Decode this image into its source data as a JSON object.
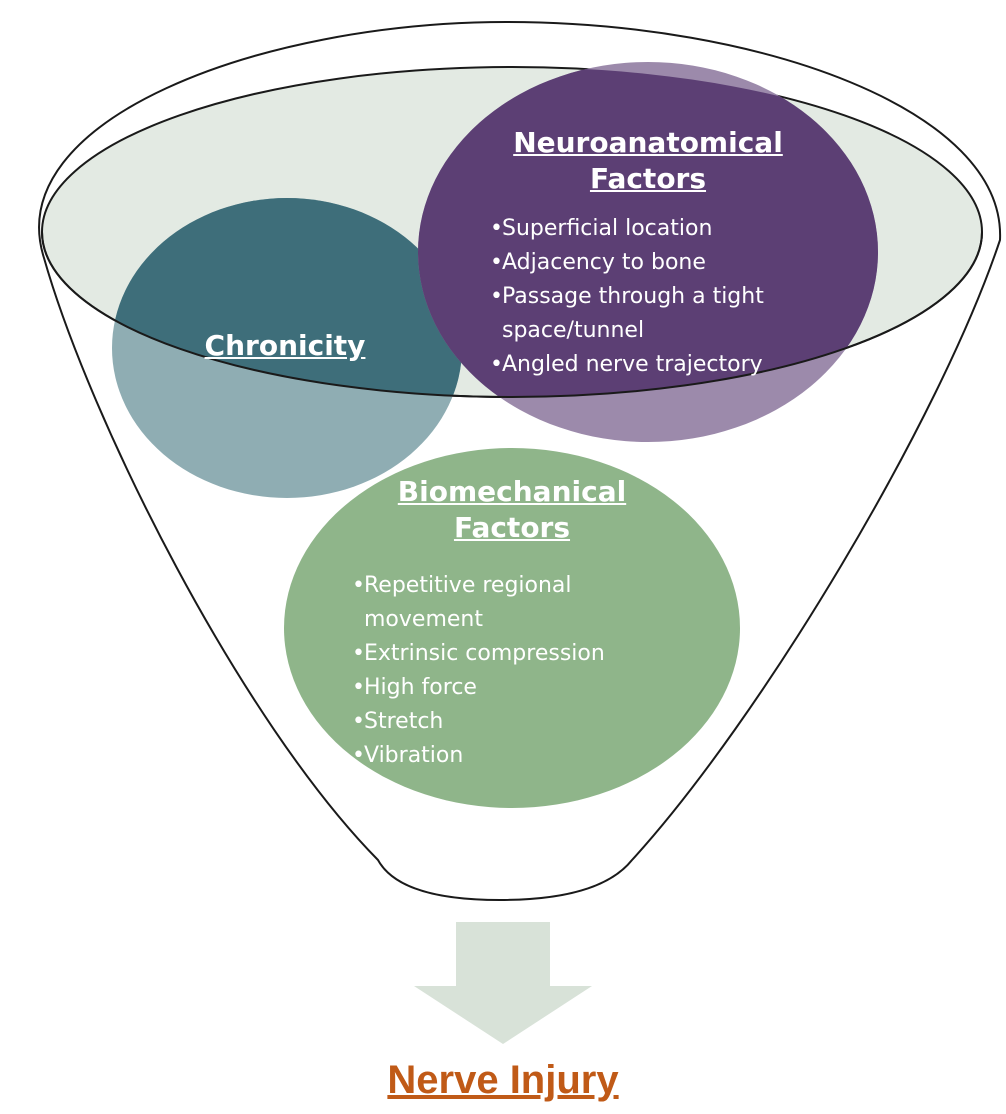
{
  "neuroanatomical": {
    "title_line1": "Neuroanatomical",
    "title_line2": "Factors",
    "items": [
      "Superficial location",
      "Adjacency to bone",
      "Passage through a tight",
      "space/tunnel",
      "Angled nerve trajectory"
    ]
  },
  "chronicity": {
    "title": "Chronicity"
  },
  "biomechanical": {
    "title_line1": "Biomechanical",
    "title_line2": "Factors",
    "items": [
      "Repetitive regional",
      "movement",
      "Extrinsic compression",
      "High force",
      "Stretch",
      "Vibration"
    ]
  },
  "outcome": {
    "label": "Nerve Injury"
  },
  "colors": {
    "funnel_outline": "#1a1a1a",
    "funnel_top_fill": "#e3eae3",
    "neuro_circle": "#5c3f74",
    "chronicity_circle": "#3e6e7a",
    "bio_circle": "#8fb58a",
    "arrow": "#d8e2d8",
    "outcome_text": "#c05a17"
  }
}
